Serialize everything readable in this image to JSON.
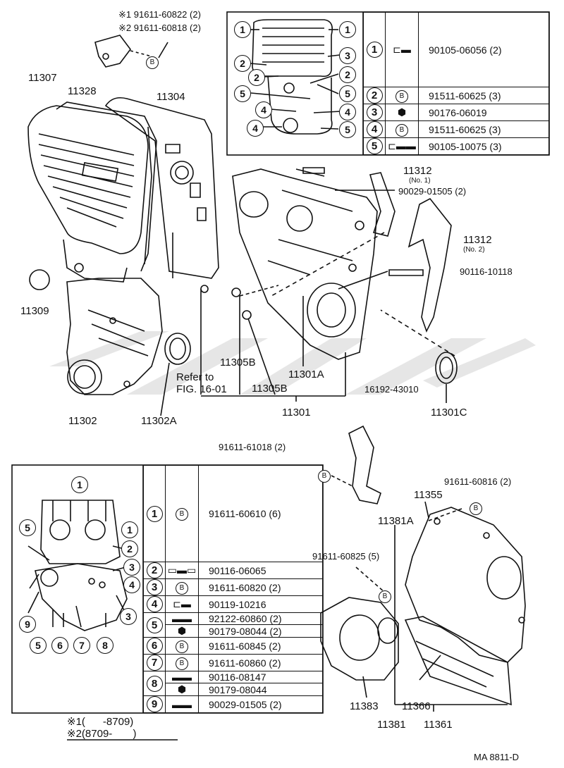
{
  "diagram_code": "MA 8811-D",
  "top_table": {
    "rows": [
      {
        "n": "1",
        "icon": "bolt-icon",
        "part": "90105-06056 (2)"
      },
      {
        "n": "2",
        "icon": "B",
        "part": "91511-60625 (3)"
      },
      {
        "n": "3",
        "icon": "nut-icon",
        "part": "90176-06019"
      },
      {
        "n": "4",
        "icon": "B",
        "part": "91511-60625 (3)"
      },
      {
        "n": "5",
        "icon": "bolt-icon",
        "part": "90105-10075 (3)"
      }
    ]
  },
  "bottom_table": {
    "rows": [
      {
        "n": "1",
        "icon": "B",
        "part": "91611-60610 (6)"
      },
      {
        "n": "2",
        "icon": "stud-bolt-icon",
        "part": "90116-06065"
      },
      {
        "n": "3",
        "icon": "B",
        "part": "91611-60820 (2)"
      },
      {
        "n": "4",
        "icon": "bolt-icon",
        "part": "90119-10216"
      },
      {
        "n": "5",
        "icon": "stud-icon",
        "part": "92122-60860 (2)"
      },
      {
        "n": "5",
        "icon": "nut-icon",
        "part": "90179-08044 (2)"
      },
      {
        "n": "6",
        "icon": "B",
        "part": "91611-60845 (2)"
      },
      {
        "n": "7",
        "icon": "B",
        "part": "91611-60860 (2)"
      },
      {
        "n": "8",
        "icon": "stud-icon",
        "part": "90116-08147"
      },
      {
        "n": "8",
        "icon": "nut-icon",
        "part": "90179-08044"
      },
      {
        "n": "9",
        "icon": "stud-icon",
        "part": "90029-01505 (2)"
      }
    ]
  },
  "labels": {
    "p91611_60822": "※1 91611-60822 (2)",
    "p91611_60818": "※2 91611-60818 (2)",
    "p11307": "11307",
    "p11328": "11328",
    "p11304": "11304",
    "p11312_1": "11312",
    "p11312_1_sub": "(No. 1)",
    "p90029_01505": "90029-01505 (2)",
    "p11312_2": "11312",
    "p11312_2_sub": "(No. 2)",
    "p90116_10118": "90116-10118",
    "p11309": "11309",
    "p11305B_a": "11305B",
    "p11301A": "11301A",
    "refer1": "Refer to",
    "refer2": "FIG. 16-01",
    "p11305B_b": "11305B",
    "p16192_43010": "16192-43010",
    "p11302": "11302",
    "p11302A": "11302A",
    "p11301": "11301",
    "p11301C": "11301C",
    "p91611_61018": "91611-61018 (2)",
    "p91611_60816": "91611-60816 (2)",
    "p11355": "11355",
    "p11381A": "11381A",
    "p91611_60825": "91611-60825 (5)",
    "p11383": "11383",
    "p11381": "11381",
    "p11366": "11366",
    "p11361": "11361",
    "b_symbol": "B"
  },
  "notes": {
    "note1_mark": "※1",
    "note1_range": "(      -8709)",
    "note2_mark": "※2",
    "note2_range": "(8709-       )"
  },
  "top_balloons": [
    "1",
    "1",
    "2",
    "3",
    "2",
    "2",
    "5",
    "5",
    "4",
    "4",
    "4",
    "5"
  ],
  "bottom_balloons": [
    "1",
    "1",
    "2",
    "5",
    "3",
    "4",
    "9",
    "3",
    "5",
    "6",
    "7",
    "8"
  ]
}
